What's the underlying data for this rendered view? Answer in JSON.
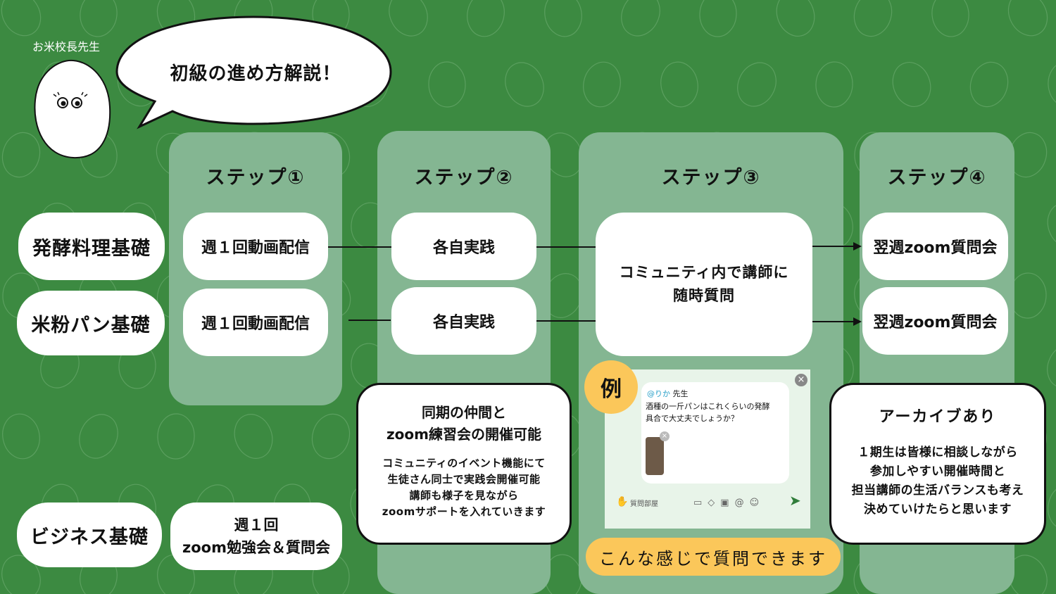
{
  "character": {
    "name": "お米校長先生",
    "speech": "初級の進め方解説！"
  },
  "steps": [
    "ステップ①",
    "ステップ②",
    "ステップ③",
    "ステップ④"
  ],
  "categories": [
    "発酵料理基礎",
    "米粉パン基礎",
    "ビジネス基礎"
  ],
  "rows": {
    "fermentation": {
      "step1": "週１回動画配信",
      "step2": "各自実践",
      "step4": "翌週zoom質問会"
    },
    "rice_bread": {
      "step1": "週１回動画配信",
      "step2": "各自実践",
      "step4": "翌週zoom質問会"
    },
    "business": {
      "step1_line1": "週１回",
      "step1_line2": "zoom勉強会＆質問会"
    }
  },
  "step3_box": {
    "line1": "コミュニティ内で講師に",
    "line2": "随時質問"
  },
  "step2_note": {
    "title_line1": "同期の仲間と",
    "title_line2": "zoom練習会の開催可能",
    "body_line1": "コミュニティのイベント機能にて",
    "body_line2": "生徒さん同士で実践会開催可能",
    "body_line3": "講師も様子を見ながら",
    "body_line4": "zoomサポートを入れていきます"
  },
  "step4_note": {
    "title": "アーカイブあり",
    "body_line1": "１期生は皆様に相談しながら",
    "body_line2": "参加しやすい開催時間と",
    "body_line3": "担当講師の生活バランスも考え",
    "body_line4": "決めていけたらと思います"
  },
  "example": {
    "badge": "例",
    "mention": "@りか",
    "teacher_suffix": " 先生",
    "message_line1": "酒種の一斤パンはこれくらいの発酵",
    "message_line2": "具合で大丈夫でしょうか？",
    "room": "質問部屋",
    "caption": "こんな感じで質問できます"
  },
  "colors": {
    "background": "#3c8a41",
    "column": "#84b692",
    "accent_yellow": "#fbc75a",
    "mention_blue": "#2aa1c9"
  }
}
